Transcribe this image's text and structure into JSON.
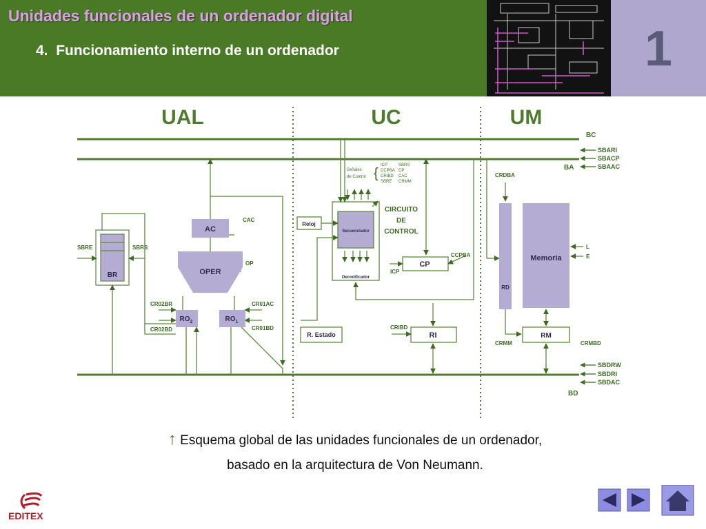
{
  "header": {
    "title": "Unidades funcionales de un ordenador digital",
    "subtitle_number": "4.",
    "subtitle_text": "Funcionamiento interno de un ordenador",
    "chapter_number": "1"
  },
  "diagram": {
    "sections": {
      "ual": "UAL",
      "uc": "UC",
      "um": "UM"
    },
    "buses": {
      "bc": "BC",
      "ba": "BA",
      "bd": "BD"
    },
    "blocks": {
      "ac": "AC",
      "oper": "OPER",
      "br": "BR",
      "ro2": "RO",
      "ro2_sub": "2",
      "ro1": "RO",
      "ro1_sub": "1",
      "reloj": "Reloj",
      "secuenciador": "Secuenciador",
      "decodificador": "Decodificador",
      "circuito_line1": "CIRCUITO",
      "circuito_line2": "DE",
      "circuito_line3": "CONTROL",
      "cp": "CP",
      "ri": "RI",
      "r_estado": "R. Estado",
      "rd": "RD",
      "memoria": "Memoria",
      "rm": "RM",
      "senales_line1": "Señales",
      "senales_line2": "de Control"
    },
    "control_signals": [
      "ICP",
      "SBRS",
      "CCPBA",
      "CP",
      "CRIBD",
      "CAC",
      "SBRE",
      "CRMM"
    ],
    "signals": {
      "cac": "CAC",
      "op": "OP",
      "sbre": "SBRE",
      "sbrs": "SBRS",
      "cr02br": "CR02BR",
      "cr02bd": "CR02BD",
      "cr01ac": "CR01AC",
      "cr01bd": "CR01BD",
      "ccpba": "CCPBA",
      "icp": "ICP",
      "cribd": "CRIBD",
      "crdba": "CRDBA",
      "l": "L",
      "e": "E",
      "crmm": "CRMM",
      "crmbd": "CRMBD",
      "sbari": "SBARI",
      "sbacp": "SBACP",
      "sbaac": "SBAAC",
      "sbdrw": "SBDRW",
      "sbdri": "SBDRI",
      "sbdac": "SBDAC"
    }
  },
  "caption": {
    "arrow": "↑",
    "line1": "Esquema global de las unidades funcionales de un ordenador,",
    "line2": "basado en la arquitectura de Von Neumann."
  },
  "logo": {
    "text": "EDITEX"
  },
  "colors": {
    "header_green": "#4a7a26",
    "title_lilac": "#d9a0e8",
    "line_green": "#4f7c2c",
    "block_lilac": "#b4acd2",
    "nav_blue": "#8c8ce0"
  }
}
